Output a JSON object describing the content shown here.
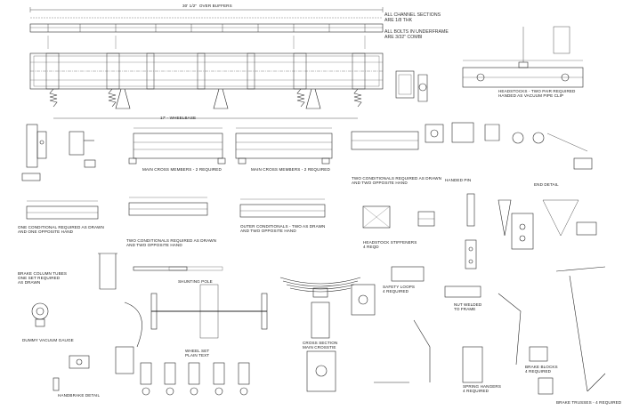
{
  "drawing": {
    "overall_dimension": "30' 1/2\"  OVER BUFFERS",
    "wheelbase": "17' - WHEELBASE",
    "notes": "ALL CHANNEL SECTIONS\nARE 1/8 THK\n\nALL BOLTS IN UNDERFRAME\nARE 3/32\" COMBI"
  },
  "titles": {
    "main_cross_members_1": "MAIN CROSS MEMBERS - 2 REQUIRED",
    "main_cross_members_2": "MAIN CROSS MEMBERS - 2 REQUIRED",
    "cross_members_pair": "TWO CONDITIONALS REQUIRED AS DRAWN\nAND TWO OPPOSITE HAND",
    "headstocks": "HEADSTOCKS - TWO PAIR REQUIRED\nHANDED AS VACUUM PIPE CLIP",
    "one_conditional": "ONE CONDITIONAL REQUIRED AS DRAWN\nAND ONE OPPOSITE HAND",
    "two_conditionals": "TWO CONDITIONALS REQUIRED AS DRAWN\nAND TWO OPPOSITE HAND",
    "outer_conditionals": "OUTER CONDITIONALS - TWO AS DRAWN\nAND TWO OPPOSITE HAND",
    "headstock_stiffeners": "HEADSTOCK STIFFENERS\n4 REQD",
    "brake_column_tubes": "BRAKE COLUMN TUBES\nONE SET REQUIRED\nAS DRAWN",
    "dummy_vacuum_gauge": "DUMMY VACUUM GAUGE",
    "wheel_set": "WHEEL SET\nPLAIN TEXT",
    "handbrake_detail": "HANDBRAKE DETAIL",
    "shunting_pole": "SHUNTING POLE",
    "brake_trusses": "BRAKE TRUSSES - 4 REQUIRED",
    "handed_pin": "HANDED PIN",
    "nut_welded": "NUT WELDED\nTO FRAME",
    "end_detail": "END DETAIL",
    "main_crosstie": "CROSS SECTION\nMAIN CROSSTIE",
    "safety_loops": "SAFETY LOOPS\n4 REQUIRED",
    "spring_hangers": "SPRING HANGERS\n4 REQUIRED",
    "brake_blocks": "BRAKE BLOCKS\n4 REQUIRED"
  }
}
